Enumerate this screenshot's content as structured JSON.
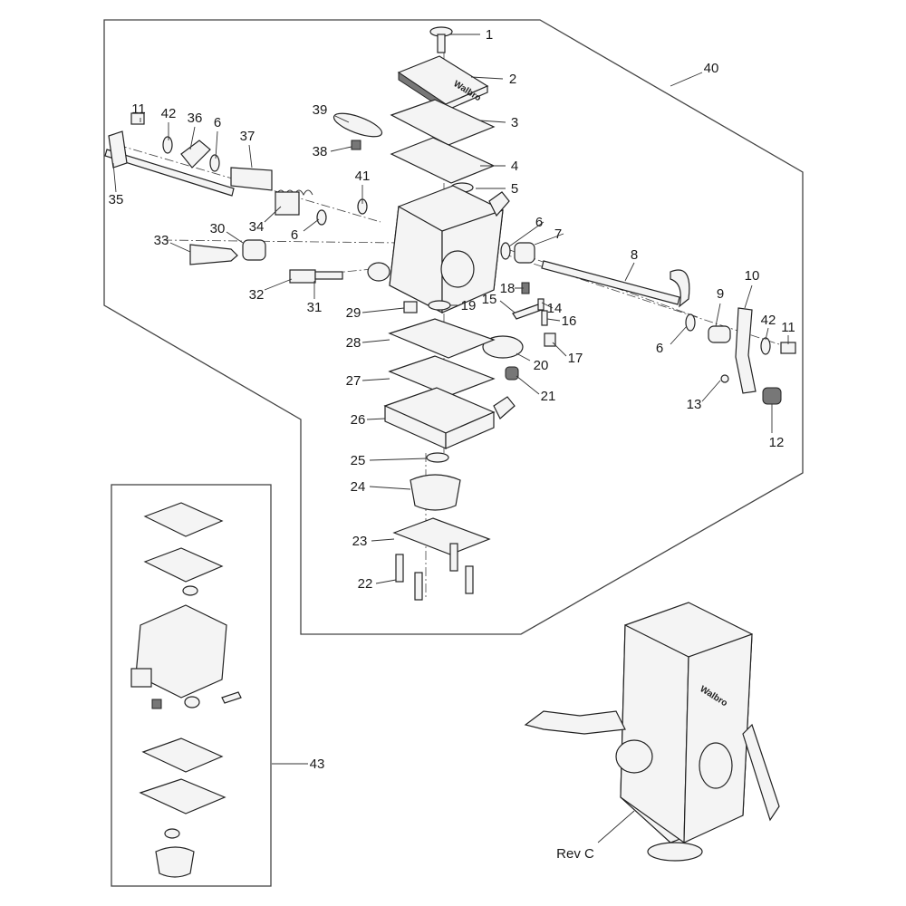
{
  "diagram": {
    "callouts": [
      "1",
      "2",
      "3",
      "4",
      "5",
      "6",
      "7",
      "8",
      "9",
      "10",
      "11",
      "12",
      "13",
      "14",
      "15",
      "16",
      "17",
      "18",
      "19",
      "20",
      "21",
      "22",
      "23",
      "24",
      "25",
      "26",
      "27",
      "28",
      "29",
      "30",
      "31",
      "32",
      "33",
      "34",
      "35",
      "36",
      "37",
      "38",
      "39",
      "40",
      "41",
      "42",
      "43"
    ],
    "extra_callouts": {
      "six_b": "6",
      "six_c": "6",
      "six_d": "6",
      "eleven_b": "11",
      "fortytwo_b": "42"
    },
    "caption": "Rev C",
    "brand_marking": "Walbro"
  }
}
